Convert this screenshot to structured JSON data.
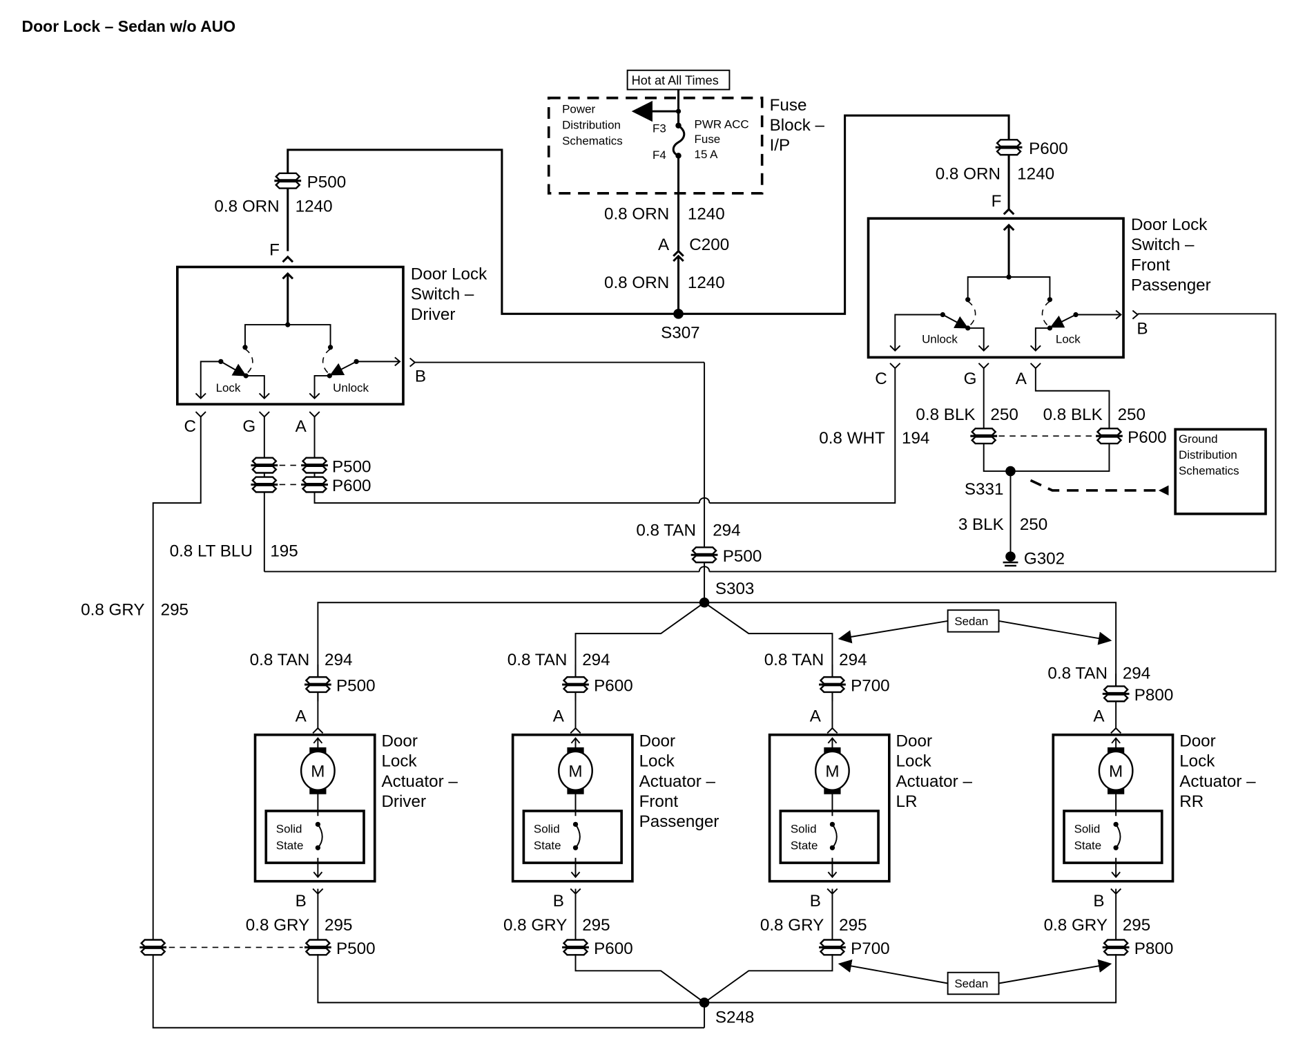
{
  "title": "Door Lock – Sedan w/o AUO",
  "colors": {
    "ink": "#000000",
    "background": "#ffffff"
  },
  "fuse_block": {
    "hot_label": "Hot at All Times",
    "name_lines": [
      "Fuse",
      "Block –",
      "I/P"
    ],
    "power_dist_lines": [
      "Power",
      "Distribution",
      "Schematics"
    ],
    "fuse_terminal_top": "F3",
    "fuse_terminal_bottom": "F4",
    "fuse_lines": [
      "PWR ACC",
      "Fuse",
      "15 A"
    ]
  },
  "feed": {
    "wire_upper": {
      "color": "0.8 ORN",
      "circuit": "1240"
    },
    "connector_pin": "A",
    "connector": "C200",
    "wire_lower": {
      "color": "0.8 ORN",
      "circuit": "1240"
    },
    "splice": "S307"
  },
  "driver_switch": {
    "name_lines": [
      "Door Lock",
      "Switch –",
      "Driver"
    ],
    "input_connector": "P500",
    "input_wire": {
      "color": "0.8 ORN",
      "circuit": "1240"
    },
    "pin_f": "F",
    "pin_b": "B",
    "pin_c": "C",
    "pin_g": "G",
    "pin_a": "A",
    "contact_left": "Lock",
    "contact_right": "Unlock",
    "lower_connector_1": "P500",
    "lower_connector_2": "P600"
  },
  "passenger_switch": {
    "name_lines": [
      "Door Lock",
      "Switch –",
      "Front",
      "Passenger"
    ],
    "input_connector": "P600",
    "input_wire": {
      "color": "0.8 ORN",
      "circuit": "1240"
    },
    "pin_f": "F",
    "pin_b": "B",
    "pin_c": "C",
    "pin_g": "G",
    "pin_a": "A",
    "contact_left": "Unlock",
    "contact_right": "Lock",
    "wire_c": {
      "color": "0.8 WHT",
      "circuit": "194"
    },
    "wire_g": {
      "color": "0.8 BLK",
      "circuit": "250"
    },
    "wire_a": {
      "color": "0.8 BLK",
      "circuit": "250"
    },
    "ground_connector": "P600"
  },
  "ground": {
    "splice": "S331",
    "wire": {
      "color": "3 BLK",
      "circuit": "250"
    },
    "ground_point": "G302",
    "ref_lines": [
      "Ground",
      "Distribution",
      "Schematics"
    ]
  },
  "lock_bus": {
    "wire": {
      "color": "0.8 TAN",
      "circuit": "294"
    },
    "connector": "P500",
    "splice": "S303"
  },
  "unlock_bus": {
    "lt_blu_wire": {
      "color": "0.8 LT BLU",
      "circuit": "195"
    },
    "gry_wire": {
      "color": "0.8 GRY",
      "circuit": "295"
    },
    "splice": "S248"
  },
  "sedan_label": "Sedan",
  "actuators": [
    {
      "name_lines": [
        "Door",
        "Lock",
        "Actuator –",
        "Driver"
      ],
      "top_wire": {
        "color": "0.8 TAN",
        "circuit": "294"
      },
      "top_connector": "P500",
      "pin_a": "A",
      "pin_b": "B",
      "motor": "M",
      "solid_state_lines": [
        "Solid",
        "State"
      ],
      "bottom_wire": {
        "color": "0.8 GRY",
        "circuit": "295"
      },
      "bottom_connector": "P500"
    },
    {
      "name_lines": [
        "Door",
        "Lock",
        "Actuator –",
        "Front",
        "Passenger"
      ],
      "top_wire": {
        "color": "0.8 TAN",
        "circuit": "294"
      },
      "top_connector": "P600",
      "pin_a": "A",
      "pin_b": "B",
      "motor": "M",
      "solid_state_lines": [
        "Solid",
        "State"
      ],
      "bottom_wire": {
        "color": "0.8 GRY",
        "circuit": "295"
      },
      "bottom_connector": "P600"
    },
    {
      "name_lines": [
        "Door",
        "Lock",
        "Actuator –",
        "LR"
      ],
      "top_wire": {
        "color": "0.8 TAN",
        "circuit": "294"
      },
      "top_connector": "P700",
      "pin_a": "A",
      "pin_b": "B",
      "motor": "M",
      "solid_state_lines": [
        "Solid",
        "State"
      ],
      "bottom_wire": {
        "color": "0.8 GRY",
        "circuit": "295"
      },
      "bottom_connector": "P700"
    },
    {
      "name_lines": [
        "Door",
        "Lock",
        "Actuator –",
        "RR"
      ],
      "top_wire": {
        "color": "0.8 TAN",
        "circuit": "294"
      },
      "top_connector": "P800",
      "pin_a": "A",
      "pin_b": "B",
      "motor": "M",
      "solid_state_lines": [
        "Solid",
        "State"
      ],
      "bottom_wire": {
        "color": "0.8 GRY",
        "circuit": "295"
      },
      "bottom_connector": "P800"
    }
  ]
}
